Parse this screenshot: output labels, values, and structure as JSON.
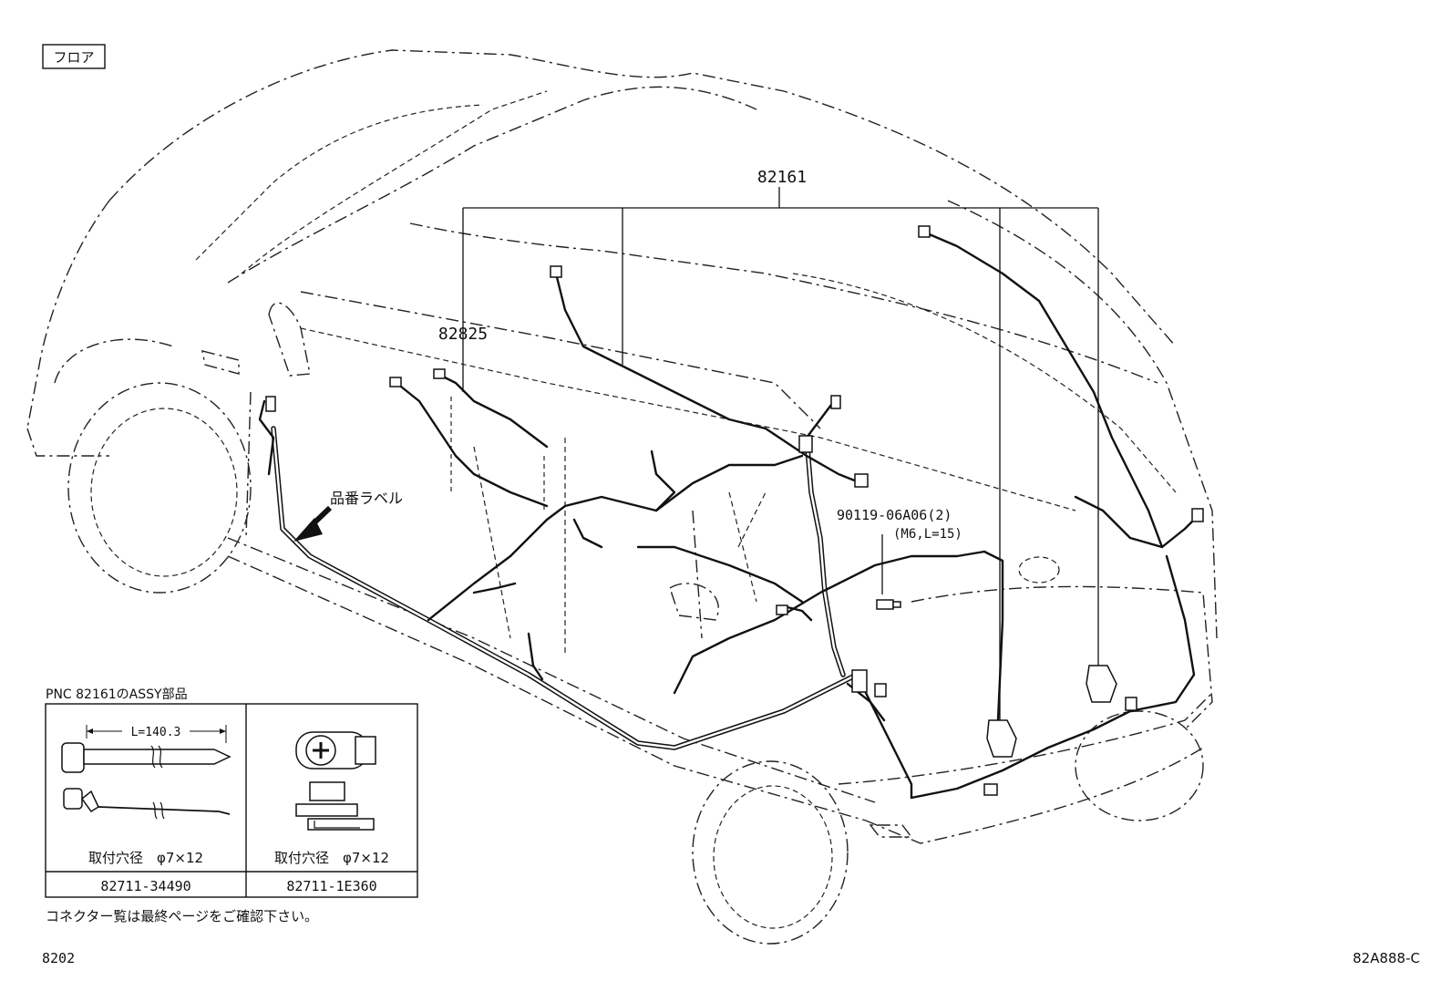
{
  "section_tag": "フロア",
  "callouts": {
    "harness_assy": "82161",
    "sub_harness": "82825",
    "bolt_part": "90119-06A06(2)",
    "bolt_spec": "(M6,L=15)",
    "label_note": "品番ラベル"
  },
  "assy_table": {
    "title": "PNC 82161のASSY部品",
    "dimension": "L=140.3",
    "columns": [
      {
        "hole_spec": "取付穴径　φ7×12",
        "part_no": "82711-34490"
      },
      {
        "hole_spec": "取付穴径　φ7×12",
        "part_no": "82711-1E360"
      }
    ]
  },
  "footnote": "コネクター覧は最終ページをご確認下さい。",
  "page_code": "8202",
  "figure_code": "82A888-C"
}
